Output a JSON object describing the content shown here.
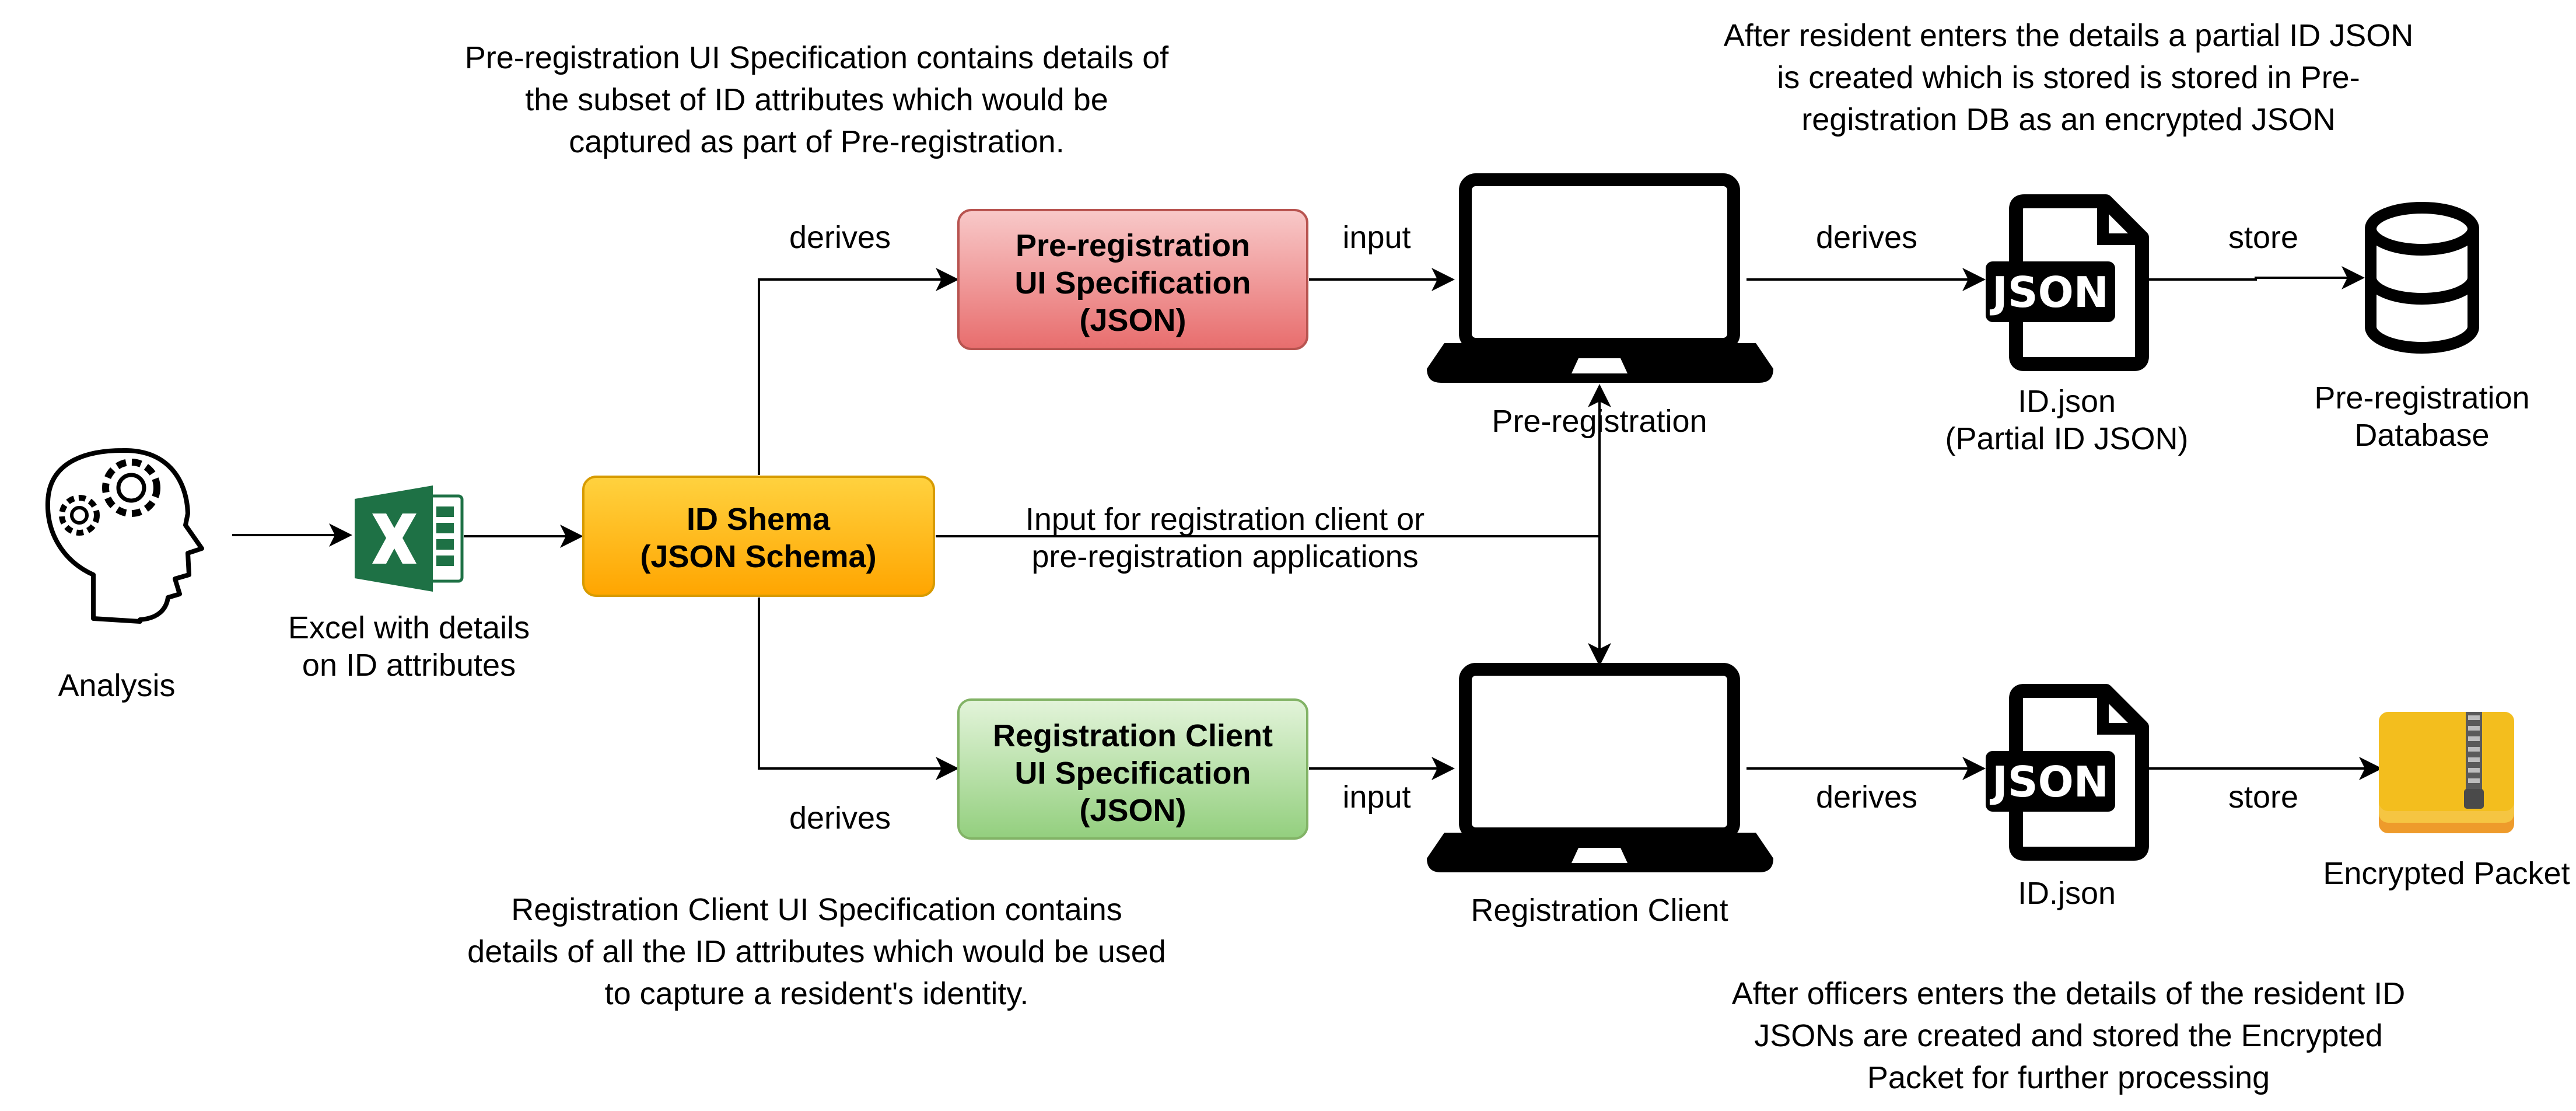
{
  "diagram": {
    "analysis_label": "Analysis",
    "excel_label": [
      "Excel with details",
      "on ID attributes"
    ],
    "id_schema_box": [
      "ID Shema",
      "(JSON Schema)"
    ],
    "prereg_spec_box": [
      "Pre-registration",
      "UI Specification",
      "(JSON)"
    ],
    "regclient_spec_box": [
      "Registration Client",
      "UI Specification",
      "(JSON)"
    ],
    "edge_labels": {
      "derives_top": "derives",
      "derives_bottom": "derives",
      "input_top": "input",
      "input_bottom": "input",
      "derives_json_top": "derives",
      "derives_json_bottom": "derives",
      "store_top": "store",
      "store_bottom": "store",
      "schema_input": [
        "Input for registration client or",
        "pre-registration applications"
      ]
    },
    "prereg_laptop_label": "Pre-registration",
    "regclient_laptop_label": "Registration Client",
    "json_icon_text": "JSON",
    "id_json_top_label": [
      "ID.json",
      "(Partial ID JSON)"
    ],
    "id_json_bottom_label": "ID.json",
    "prereg_db_label": [
      "Pre-registration",
      "Database"
    ],
    "encrypted_packet_label": "Encrypted Packet",
    "note_prereg_spec": [
      "Pre-registration UI Specification contains details of",
      "the subset of ID attributes which would be",
      "captured as part of Pre-registration."
    ],
    "note_regclient_spec": [
      "Registration Client UI Specification contains",
      "details of all the ID attributes which would be used",
      "to capture a resident's identity."
    ],
    "note_partial_json": [
      "After resident enters the details a partial ID JSON",
      "is created which is stored is stored in Pre-",
      "registration DB as an encrypted JSON"
    ],
    "note_encrypted_packet": [
      "After officers enters the details of the resident ID",
      "JSONs are created and stored the Encrypted",
      "Packet for further processing"
    ]
  },
  "colors": {
    "excel_green": "#1E7145",
    "schema_fill_top": "#FFD23F",
    "schema_fill_bottom": "#FFA500",
    "prereg_fill_top": "#F8C9C9",
    "prereg_fill_bottom": "#E86D6D",
    "reg_fill_top": "#E3F4DA",
    "reg_fill_bottom": "#93CF7E",
    "packet_yellow": "#F3BE1E",
    "packet_orange": "#EE9B2B"
  },
  "icons": [
    "head-gears-icon",
    "excel-icon",
    "laptop-icon",
    "json-file-icon",
    "database-icon",
    "zip-packet-icon"
  ]
}
